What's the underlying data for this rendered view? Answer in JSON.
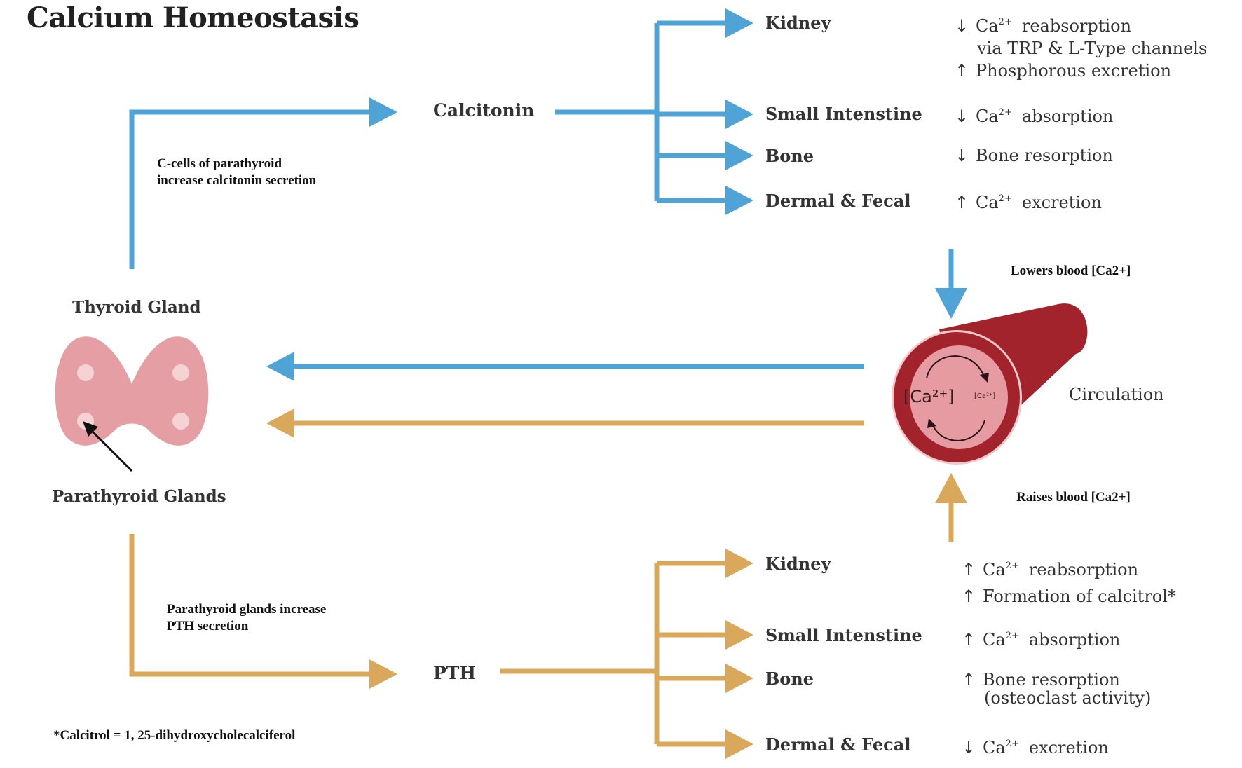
{
  "title": "Calcium Homeostasis",
  "calcitonin": {
    "hormone": "Calcitonin",
    "note_line1": "C-cells of parathyroid",
    "note_line2": "increase calcitonin secretion",
    "organs": {
      "kidney": "Kidney",
      "small_intestine": "Small Intenstine",
      "bone": "Bone",
      "dermal_fecal": "Dermal & Fecal"
    },
    "effects": {
      "kidney_l1_sym": "↓",
      "kidney_l1_ca": "Ca",
      "kidney_l1_sup": "2+",
      "kidney_l1_text": "reabsorption",
      "kidney_l2": "via TRP & L-Type channels",
      "kidney_l3_sym": "↑",
      "kidney_l3_text": "Phosphorous excretion",
      "intestine_sym": "↓",
      "intestine_ca": "Ca",
      "intestine_sup": "2+",
      "intestine_text": "absorption",
      "bone_sym": "↓",
      "bone_text": "Bone resorption",
      "dermal_sym": "↑",
      "dermal_ca": "Ca",
      "dermal_sup": "2+",
      "dermal_text": "excretion"
    },
    "result": "Lowers blood [Ca2+]"
  },
  "glands": {
    "thyroid": "Thyroid Gland",
    "parathyroid": "Parathyroid Glands"
  },
  "circulation": {
    "label": "Circulation",
    "big_text": "[Ca²⁺]",
    "small_text": "[Ca²⁺]"
  },
  "pth": {
    "hormone": "PTH",
    "note_line1": "Parathyroid glands increase",
    "note_line2": "PTH secretion",
    "organs": {
      "kidney": "Kidney",
      "small_intestine": "Small Intenstine",
      "bone": "Bone",
      "dermal_fecal": "Dermal & Fecal"
    },
    "effects": {
      "kidney_l1_sym": "↑",
      "kidney_l1_ca": "Ca",
      "kidney_l1_sup": "2+",
      "kidney_l1_text": "reabsorption",
      "kidney_l2_sym": "↑",
      "kidney_l2_text": "Formation of calcitrol*",
      "intestine_sym": "↑",
      "intestine_ca": "Ca",
      "intestine_sup": "2+",
      "intestine_text": "absorption",
      "bone_sym": "↑",
      "bone_l1": "Bone resorption",
      "bone_l2": "(osteoclast activity)",
      "dermal_sym": "↓",
      "dermal_ca": "Ca",
      "dermal_sup": "2+",
      "dermal_text": "excretion"
    },
    "result": "Raises blood [Ca2+]"
  },
  "footnote": "*Calcitrol = 1, 25-dihydroxycholecalciferol",
  "colors": {
    "calcitonin_blue": "#4fa3d6",
    "pth_gold": "#d9a85a",
    "vessel_red": "#a3232d",
    "vessel_inner": "#e69aa1",
    "thyroid_pink": "#e59ea3"
  }
}
